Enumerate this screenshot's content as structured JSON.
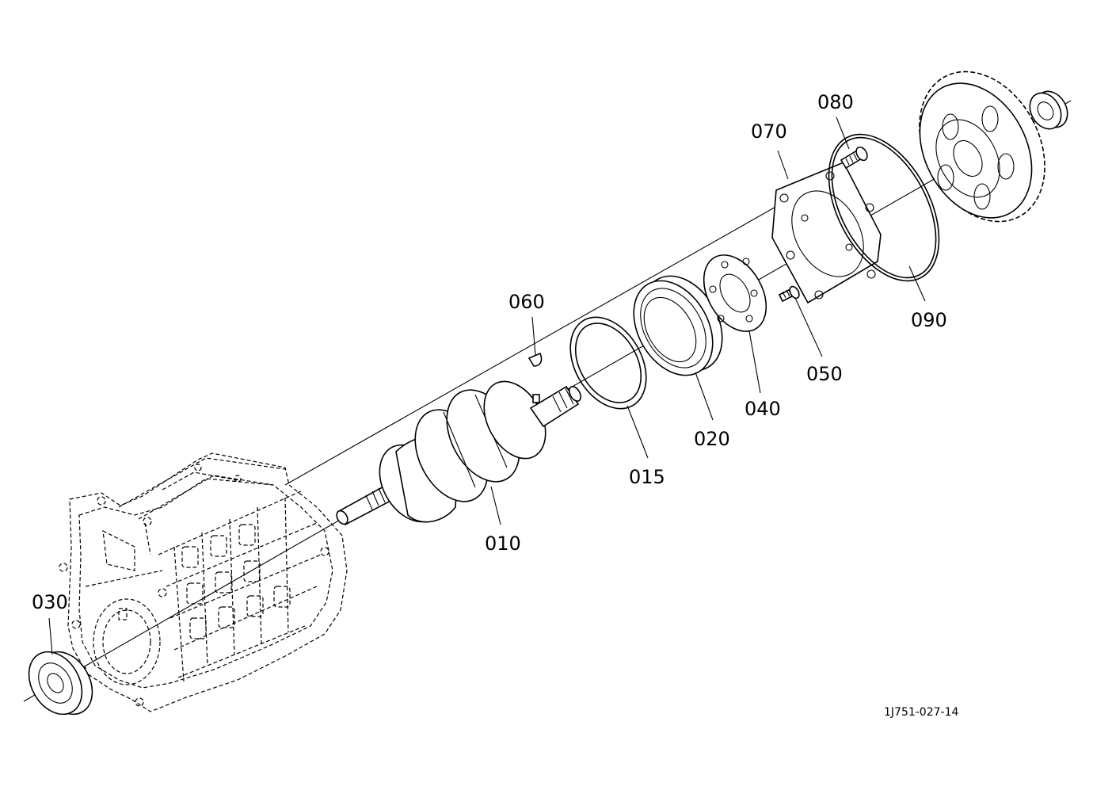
{
  "parts": [
    {
      "id": "p010",
      "number": "010"
    },
    {
      "id": "p015",
      "number": "015"
    },
    {
      "id": "p020",
      "number": "020"
    },
    {
      "id": "p030",
      "number": "030"
    },
    {
      "id": "p040",
      "number": "040"
    },
    {
      "id": "p050",
      "number": "050"
    },
    {
      "id": "p060",
      "number": "060"
    },
    {
      "id": "p070",
      "number": "070"
    },
    {
      "id": "p080",
      "number": "080"
    },
    {
      "id": "p090",
      "number": "090"
    }
  ],
  "drawing_code": "1J751-027-14"
}
